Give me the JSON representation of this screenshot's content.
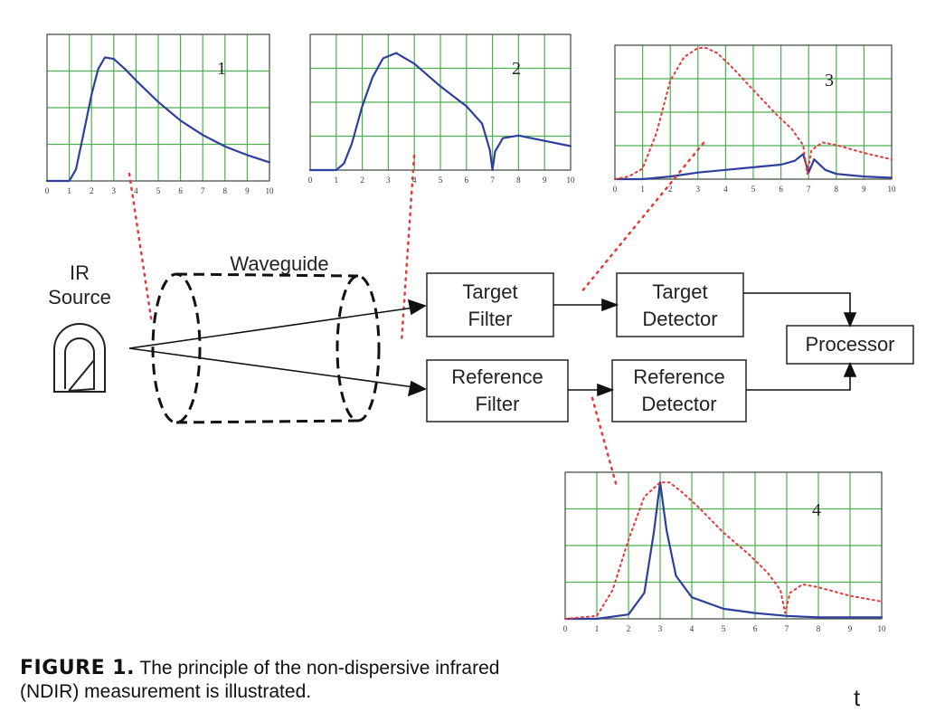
{
  "labels": {
    "ir_source_1": "IR",
    "ir_source_2": "Source",
    "waveguide": "Waveguide",
    "target_filter_1": "Target",
    "target_filter_2": "Filter",
    "target_detector_1": "Target",
    "target_detector_2": "Detector",
    "reference_filter_1": "Reference",
    "reference_filter_2": "Filter",
    "reference_detector_1": "Reference",
    "reference_detector_2": "Detector",
    "processor": "Processor"
  },
  "caption": {
    "lead": "FIGURE 1.",
    "text_line1": " The principle of the non-dispersive infrared",
    "text_line2": "(NDIR) measurement is illustrated."
  },
  "footer_fragment": "t",
  "colors": {
    "grid": "#4caf50",
    "plot_border": "#555555",
    "solid_curve": "#2e3f9e",
    "dotted_curve": "#e23a3a",
    "leader_line": "#e23a3a"
  },
  "chart_data": [
    {
      "type": "line",
      "panel": "1",
      "x_ticks": [
        "0",
        "1",
        "2",
        "3",
        "4",
        "5",
        "6",
        "7",
        "8",
        "9",
        "10"
      ],
      "xlim": [
        0,
        10
      ],
      "ylim": [
        0,
        1
      ],
      "series": [
        {
          "style": "solid",
          "x": [
            0,
            1,
            1.3,
            1.6,
            2,
            2.3,
            2.6,
            3,
            3.5,
            4,
            5,
            6,
            7,
            8,
            9,
            10
          ],
          "y": [
            0,
            0,
            0.08,
            0.3,
            0.6,
            0.78,
            0.86,
            0.85,
            0.78,
            0.7,
            0.55,
            0.42,
            0.32,
            0.24,
            0.18,
            0.13
          ]
        }
      ]
    },
    {
      "type": "line",
      "panel": "2",
      "x_ticks": [
        "0",
        "1",
        "2",
        "3",
        "4",
        "5",
        "6",
        "7",
        "8",
        "9",
        "10"
      ],
      "xlim": [
        0,
        10
      ],
      "ylim": [
        0,
        1
      ],
      "series": [
        {
          "style": "solid",
          "x": [
            0,
            1,
            1.3,
            1.6,
            2,
            2.4,
            2.8,
            3.3,
            4,
            5,
            6,
            6.6,
            6.9,
            7,
            7.1,
            7.4,
            8,
            9,
            10
          ],
          "y": [
            0,
            0,
            0.05,
            0.2,
            0.48,
            0.7,
            0.84,
            0.88,
            0.8,
            0.63,
            0.48,
            0.35,
            0.15,
            0.0,
            0.14,
            0.24,
            0.26,
            0.22,
            0.18
          ]
        }
      ]
    },
    {
      "type": "line",
      "panel": "3",
      "x_ticks": [
        "0",
        "1",
        "2",
        "3",
        "4",
        "5",
        "6",
        "7",
        "8",
        "9",
        "10"
      ],
      "xlim": [
        0,
        10
      ],
      "ylim": [
        0,
        1
      ],
      "series": [
        {
          "style": "solid",
          "x": [
            0,
            1,
            2,
            3,
            4,
            5,
            6,
            6.5,
            6.8,
            7,
            7.2,
            7.6,
            8,
            9,
            10
          ],
          "y": [
            0,
            0,
            0.02,
            0.05,
            0.07,
            0.09,
            0.11,
            0.14,
            0.19,
            0.05,
            0.15,
            0.07,
            0.04,
            0.02,
            0.01
          ]
        },
        {
          "style": "dotted",
          "x": [
            0,
            0.5,
            1,
            1.5,
            2,
            2.5,
            3,
            3.3,
            3.7,
            4.2,
            5,
            5.8,
            6.4,
            6.8,
            6.95,
            7.1,
            7.5,
            8,
            9,
            10
          ],
          "y": [
            0,
            0.02,
            0.08,
            0.35,
            0.75,
            0.93,
            1.0,
            1.0,
            0.96,
            0.86,
            0.68,
            0.5,
            0.38,
            0.26,
            0.04,
            0.22,
            0.28,
            0.26,
            0.2,
            0.15
          ]
        }
      ]
    },
    {
      "type": "line",
      "panel": "4",
      "x_ticks": [
        "0",
        "1",
        "2",
        "3",
        "4",
        "5",
        "6",
        "7",
        "8",
        "9",
        "10"
      ],
      "xlim": [
        0,
        10
      ],
      "ylim": [
        0,
        1
      ],
      "series": [
        {
          "style": "solid",
          "x": [
            0,
            1,
            2,
            2.5,
            2.8,
            3,
            3.2,
            3.5,
            4,
            5,
            6,
            7,
            8,
            9,
            10
          ],
          "y": [
            0,
            0,
            0.03,
            0.18,
            0.6,
            0.95,
            0.62,
            0.3,
            0.15,
            0.07,
            0.04,
            0.02,
            0.01,
            0.01,
            0.01
          ]
        },
        {
          "style": "dotted",
          "x": [
            0,
            1,
            1.5,
            2,
            2.5,
            3,
            3.3,
            3.7,
            4.2,
            5,
            5.8,
            6.4,
            6.8,
            6.95,
            7.1,
            7.5,
            8,
            9,
            10
          ],
          "y": [
            0,
            0.02,
            0.2,
            0.55,
            0.85,
            0.95,
            0.95,
            0.88,
            0.78,
            0.6,
            0.45,
            0.32,
            0.2,
            0.04,
            0.18,
            0.24,
            0.22,
            0.16,
            0.12
          ]
        }
      ]
    }
  ]
}
